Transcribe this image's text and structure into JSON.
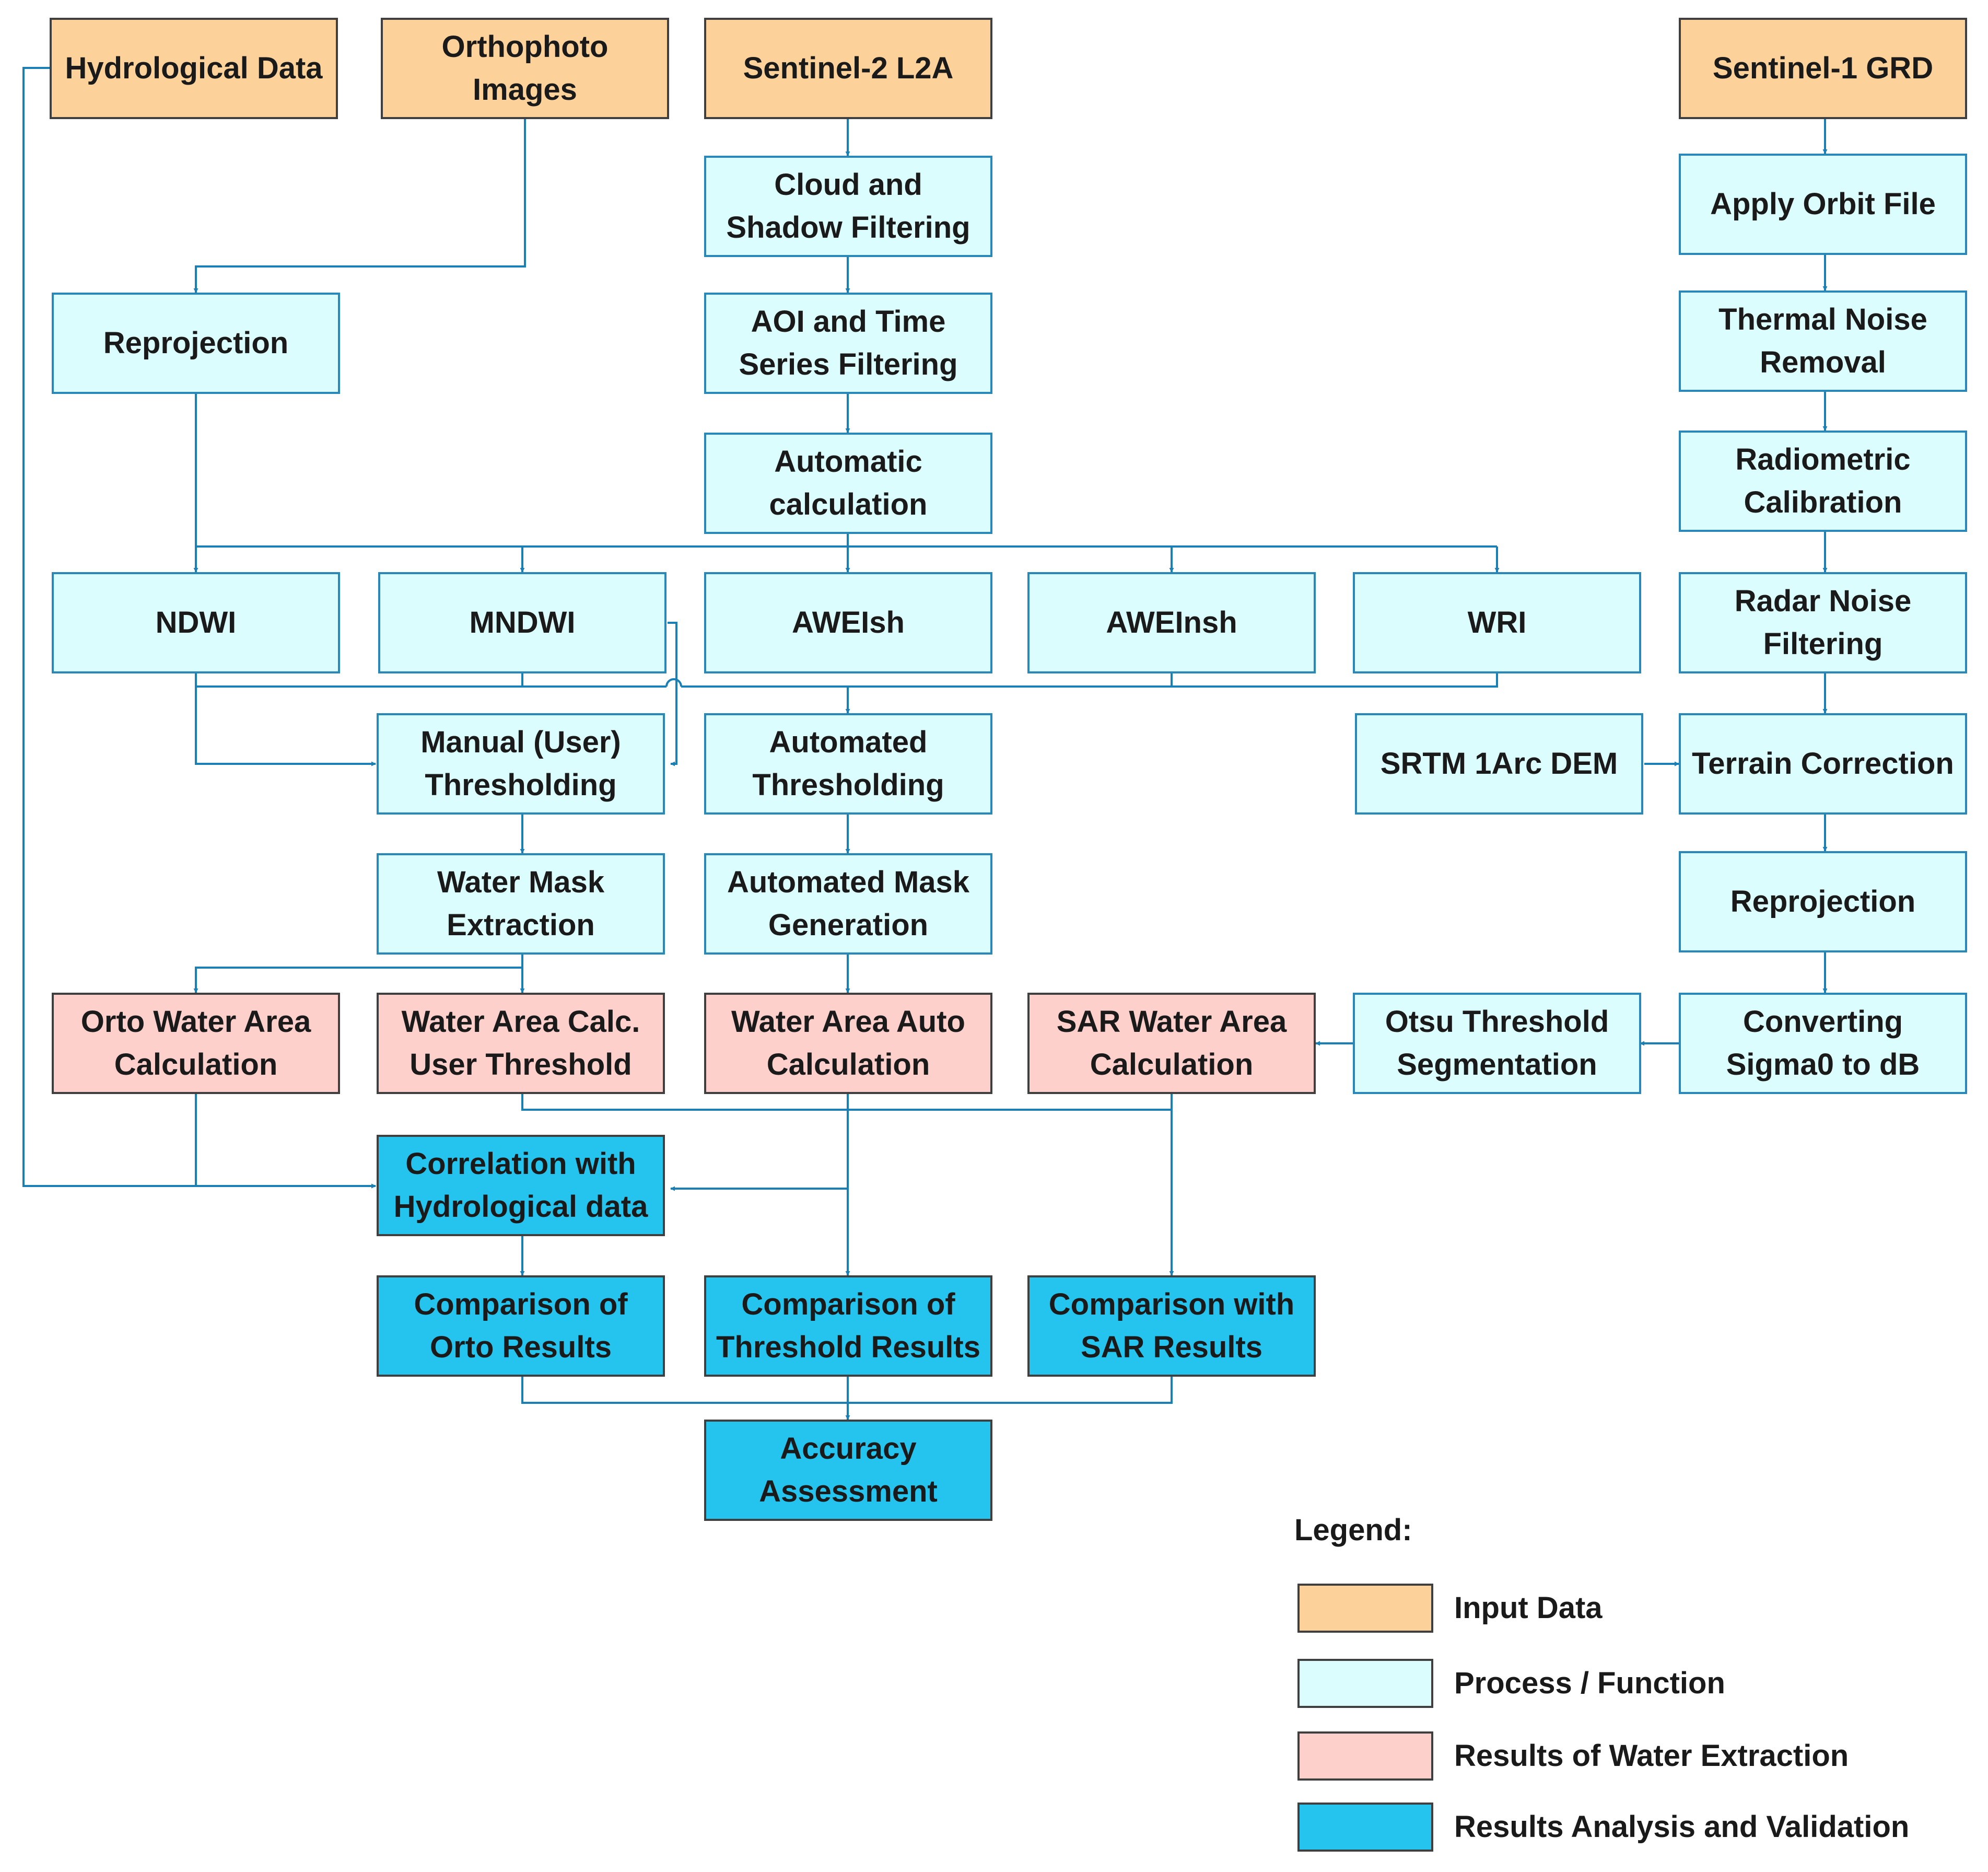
{
  "nodes": {
    "hydrological_data": "Hydrological Data",
    "orthophoto_images": "Orthophoto Images",
    "sentinel2": "Sentinel-2 L2A",
    "sentinel1": "Sentinel-1 GRD",
    "cloud_shadow": "Cloud and Shadow Filtering",
    "aoi_time": "AOI and Time Series Filtering",
    "automatic_calc": "Automatic calculation",
    "reprojection_left": "Reprojection",
    "ndwi": "NDWI",
    "mndwi": "MNDWI",
    "aweish": "AWEIsh",
    "aweinsh": "AWEInsh",
    "wri": "WRI",
    "manual_threshold": "Manual (User) Thresholding",
    "automated_threshold": "Automated Thresholding",
    "water_mask_extraction": "Water Mask Extraction",
    "automated_mask": "Automated Mask Generation",
    "orto_water_area": "Orto Water Area Calculation",
    "water_area_user": "Water Area Calc. User Threshold",
    "water_area_auto": "Water Area Auto Calculation",
    "sar_water_area": "SAR Water Area Calculation",
    "otsu": "Otsu Threshold Segmentation",
    "apply_orbit": "Apply Orbit File",
    "thermal_noise": "Thermal Noise Removal",
    "radiometric": "Radiometric Calibration",
    "radar_noise": "Radar Noise Filtering",
    "srtm": "SRTM 1Arc DEM",
    "terrain": "Terrain Correction",
    "reprojection_right": "Reprojection",
    "converting": "Converting Sigma0 to dB",
    "correlation": "Correlation with Hydrological data",
    "comparison_orto": "Comparison of Orto Results",
    "comparison_threshold": "Comparison of Threshold Results",
    "comparison_sar": "Comparison with SAR Results",
    "accuracy": "Accuracy Assessment"
  },
  "legend": {
    "title": "Legend:",
    "items": [
      {
        "label": "Input Data",
        "color": "#fcd29a"
      },
      {
        "label": "Process / Function",
        "color": "#dcfdfd"
      },
      {
        "label": "Results of Water Extraction",
        "color": "#fdd0cc"
      },
      {
        "label": "Results Analysis and Validation",
        "color": "#24c4ee"
      }
    ]
  },
  "colors": {
    "connector": "#1a7fb5",
    "border_dark": "#3f3f3f",
    "border_process": "#2a88b8"
  }
}
